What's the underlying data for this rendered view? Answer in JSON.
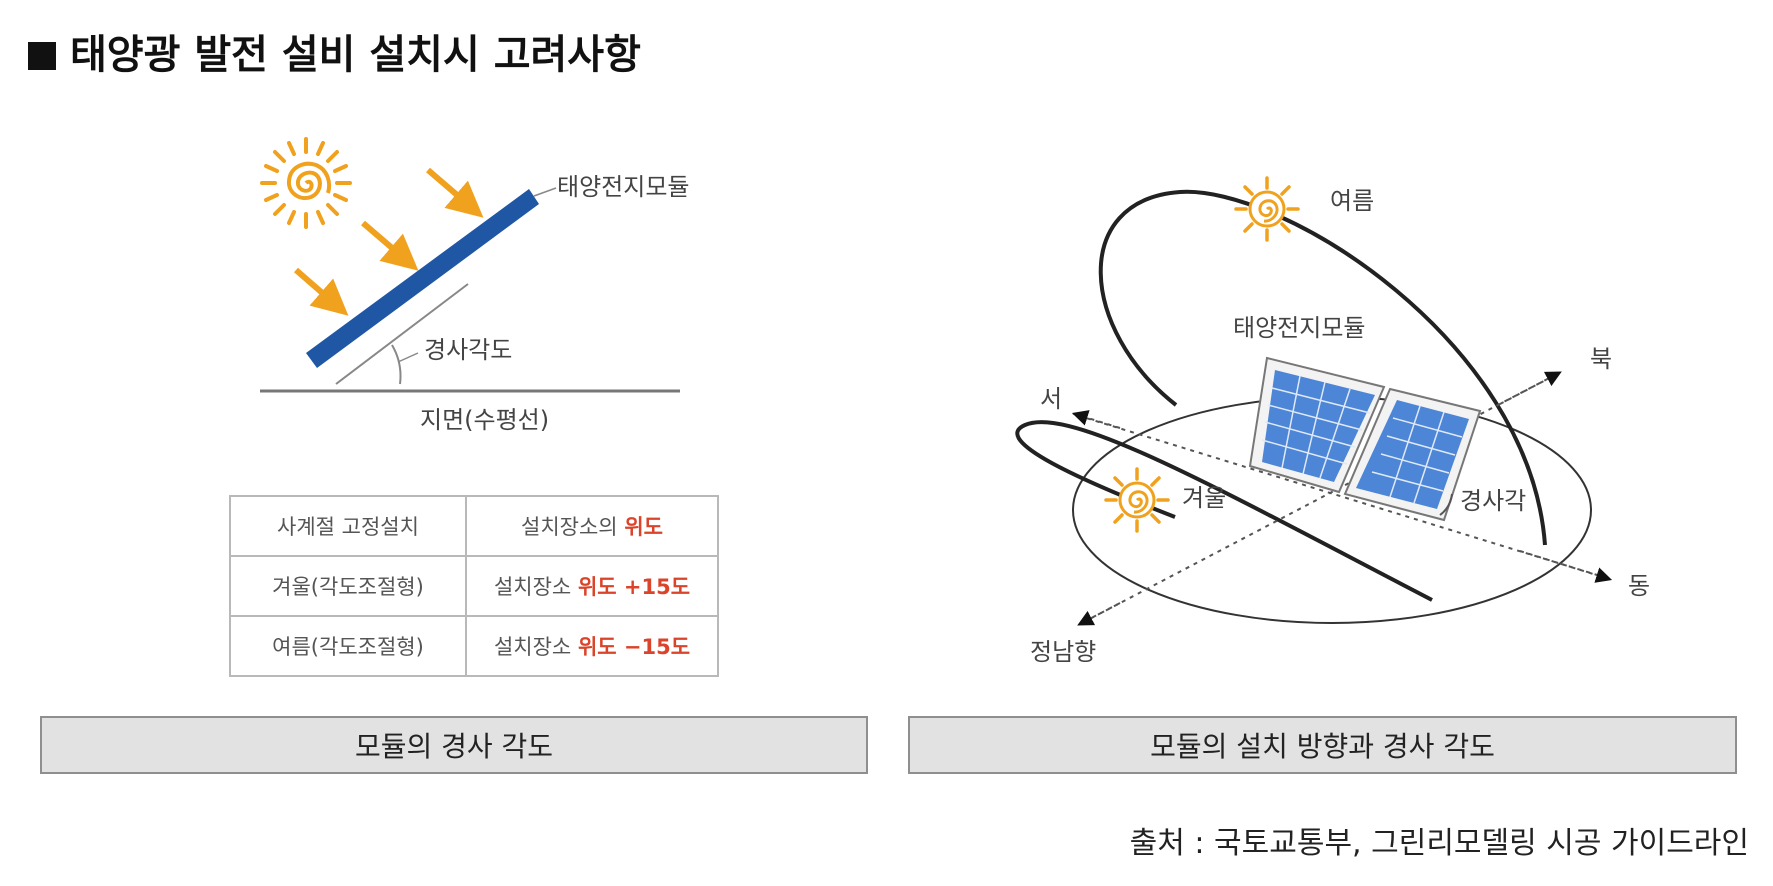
{
  "title": "태양광 발전 설비 설치시 고려사항",
  "left_diagram": {
    "module_label": "태양전지모듈",
    "tilt_label": "경사각도",
    "ground_label": "지면(수평선)"
  },
  "table": {
    "rows": [
      {
        "label": "사계절 고정설치",
        "prefix": "설치장소의",
        "highlight": "위도"
      },
      {
        "label": "겨울(각도조절형)",
        "prefix": "설치장소",
        "highlight": "위도 +15도"
      },
      {
        "label": "여름(각도조절형)",
        "prefix": "설치장소",
        "highlight": "위도 −15도"
      }
    ]
  },
  "right_diagram": {
    "summer_label": "여름",
    "winter_label": "겨울",
    "module_label": "태양전지모듈",
    "tilt_label": "경사각",
    "north": "북",
    "west": "서",
    "east": "동",
    "south": "정남향"
  },
  "captions": {
    "left": "모듈의 경사 각도",
    "right": "모듈의 설치 방향과 경사 각도"
  },
  "source": "출처 : 국토교통부, 그린리모델링 시공 가이드라인",
  "colors": {
    "sun": "#f0a21e",
    "arrow": "#f0a21e",
    "panel_blue": "#1f57a5",
    "cell_blue": "#4d86d6",
    "highlight_red": "#d9442a"
  }
}
